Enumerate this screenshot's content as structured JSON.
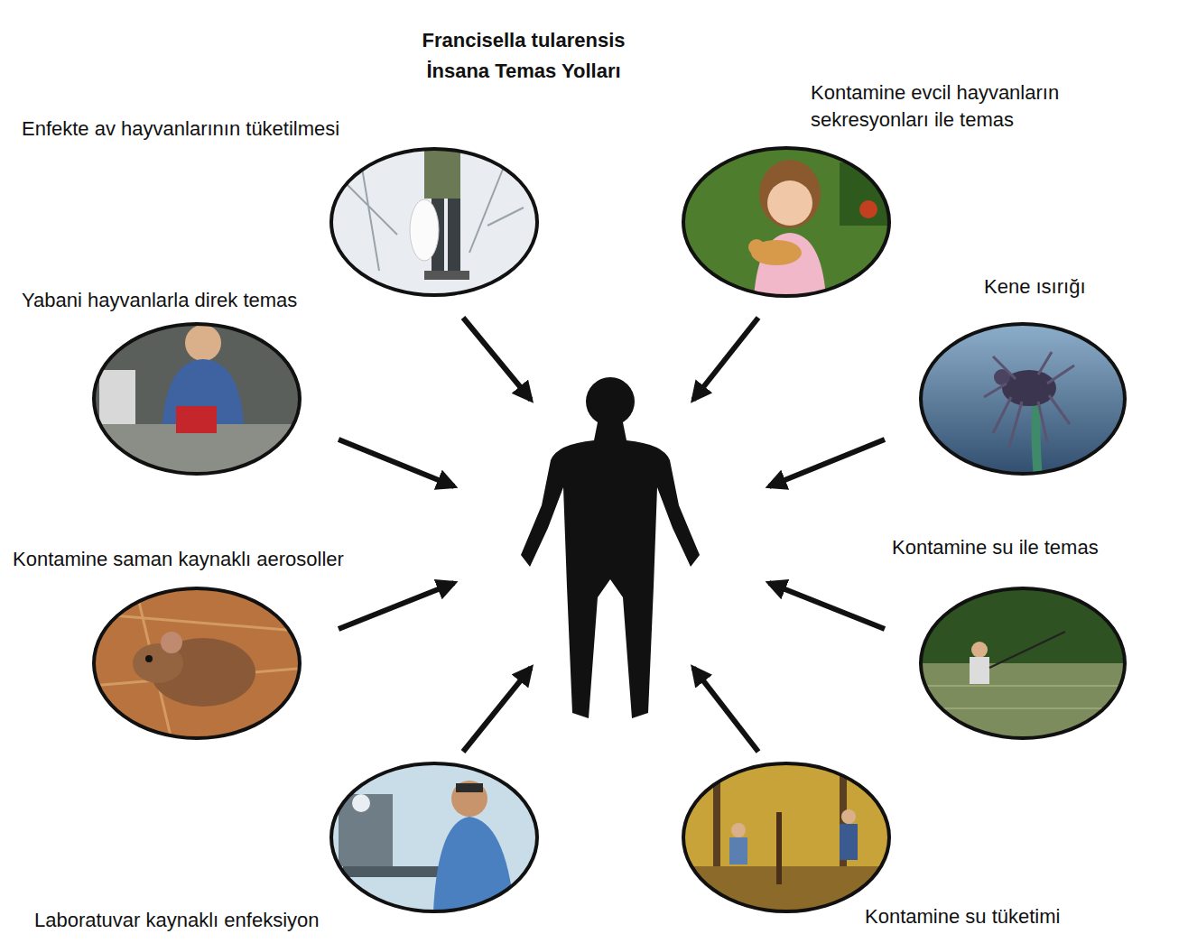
{
  "diagram": {
    "title": "Francisella tularensis İnsana Temas Yolları",
    "nodes": [
      {
        "text": [
          "Enfekte av hayvanlarının tüketilmesi"
        ]
      },
      {
        "text": [
          "Kontamine evcil hayvanların sekresyonları ile temas"
        ]
      },
      {
        "text": [
          "Yabani hayvanlarla direk temas"
        ]
      },
      {
        "text": [
          "Kene ısırığı"
        ]
      },
      {
        "text": [
          "Kontamine saman kaynaklı aerosoller"
        ]
      },
      {
        "text": [
          "Kontamine su ile temas"
        ]
      },
      {
        "text": [
          "Laboratuvar kaynaklı enfeksiyon"
        ]
      },
      {
        "text": [
          "Kontamine su tüketimi"
        ]
      }
    ]
  }
}
